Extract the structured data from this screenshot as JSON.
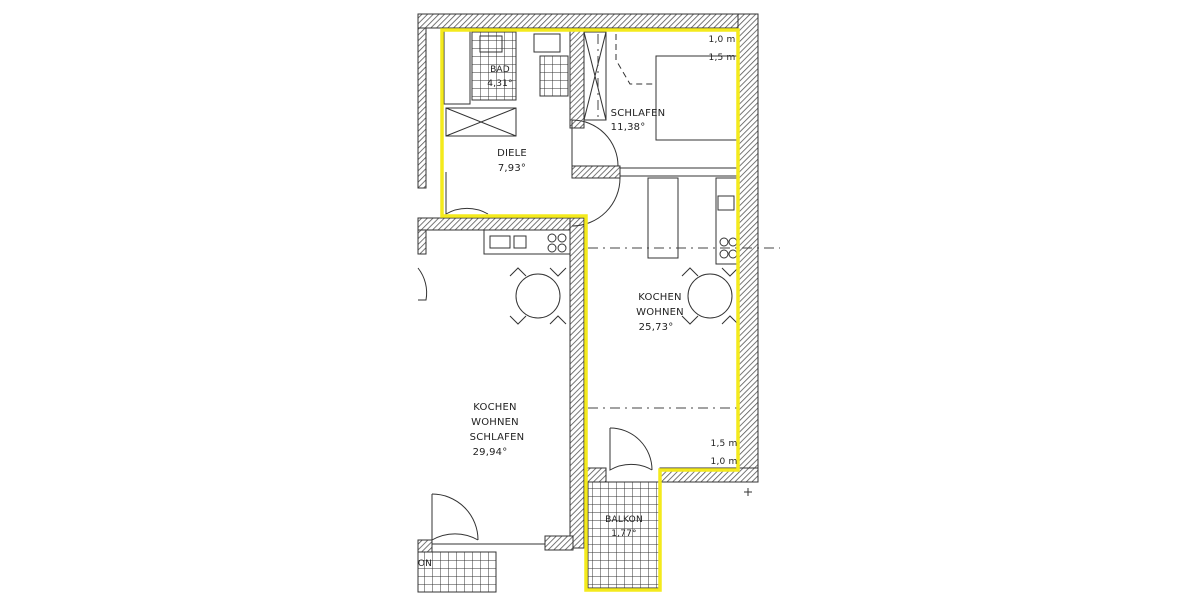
{
  "rooms": {
    "bad": {
      "name": "BAD",
      "area": "4,31°"
    },
    "schlafen": {
      "name": "SCHLAFEN",
      "area": "11,38°"
    },
    "diele": {
      "name": "DIELE",
      "area": "7,93°"
    },
    "kochen_wohnen": {
      "line1": "KOCHEN",
      "line2": "WOHNEN",
      "area": "25,73°"
    },
    "kochen_wohnen_schlafen": {
      "line1": "KOCHEN",
      "line2": "WOHNEN",
      "line3": "SCHLAFEN",
      "area": "29,94°"
    },
    "balkon": {
      "name": "BALKON",
      "area": "1,77°"
    }
  },
  "dimensions": {
    "top_1": "1,0 m",
    "top_2": "1,5 m",
    "bottom_1": "1,5 m",
    "bottom_2": "1,0 m",
    "balkon_left": "ON"
  },
  "highlight": {
    "color": "#f4ea1c"
  },
  "colors": {
    "wall": "#555555",
    "hatch": "#888888",
    "line": "#333333"
  }
}
